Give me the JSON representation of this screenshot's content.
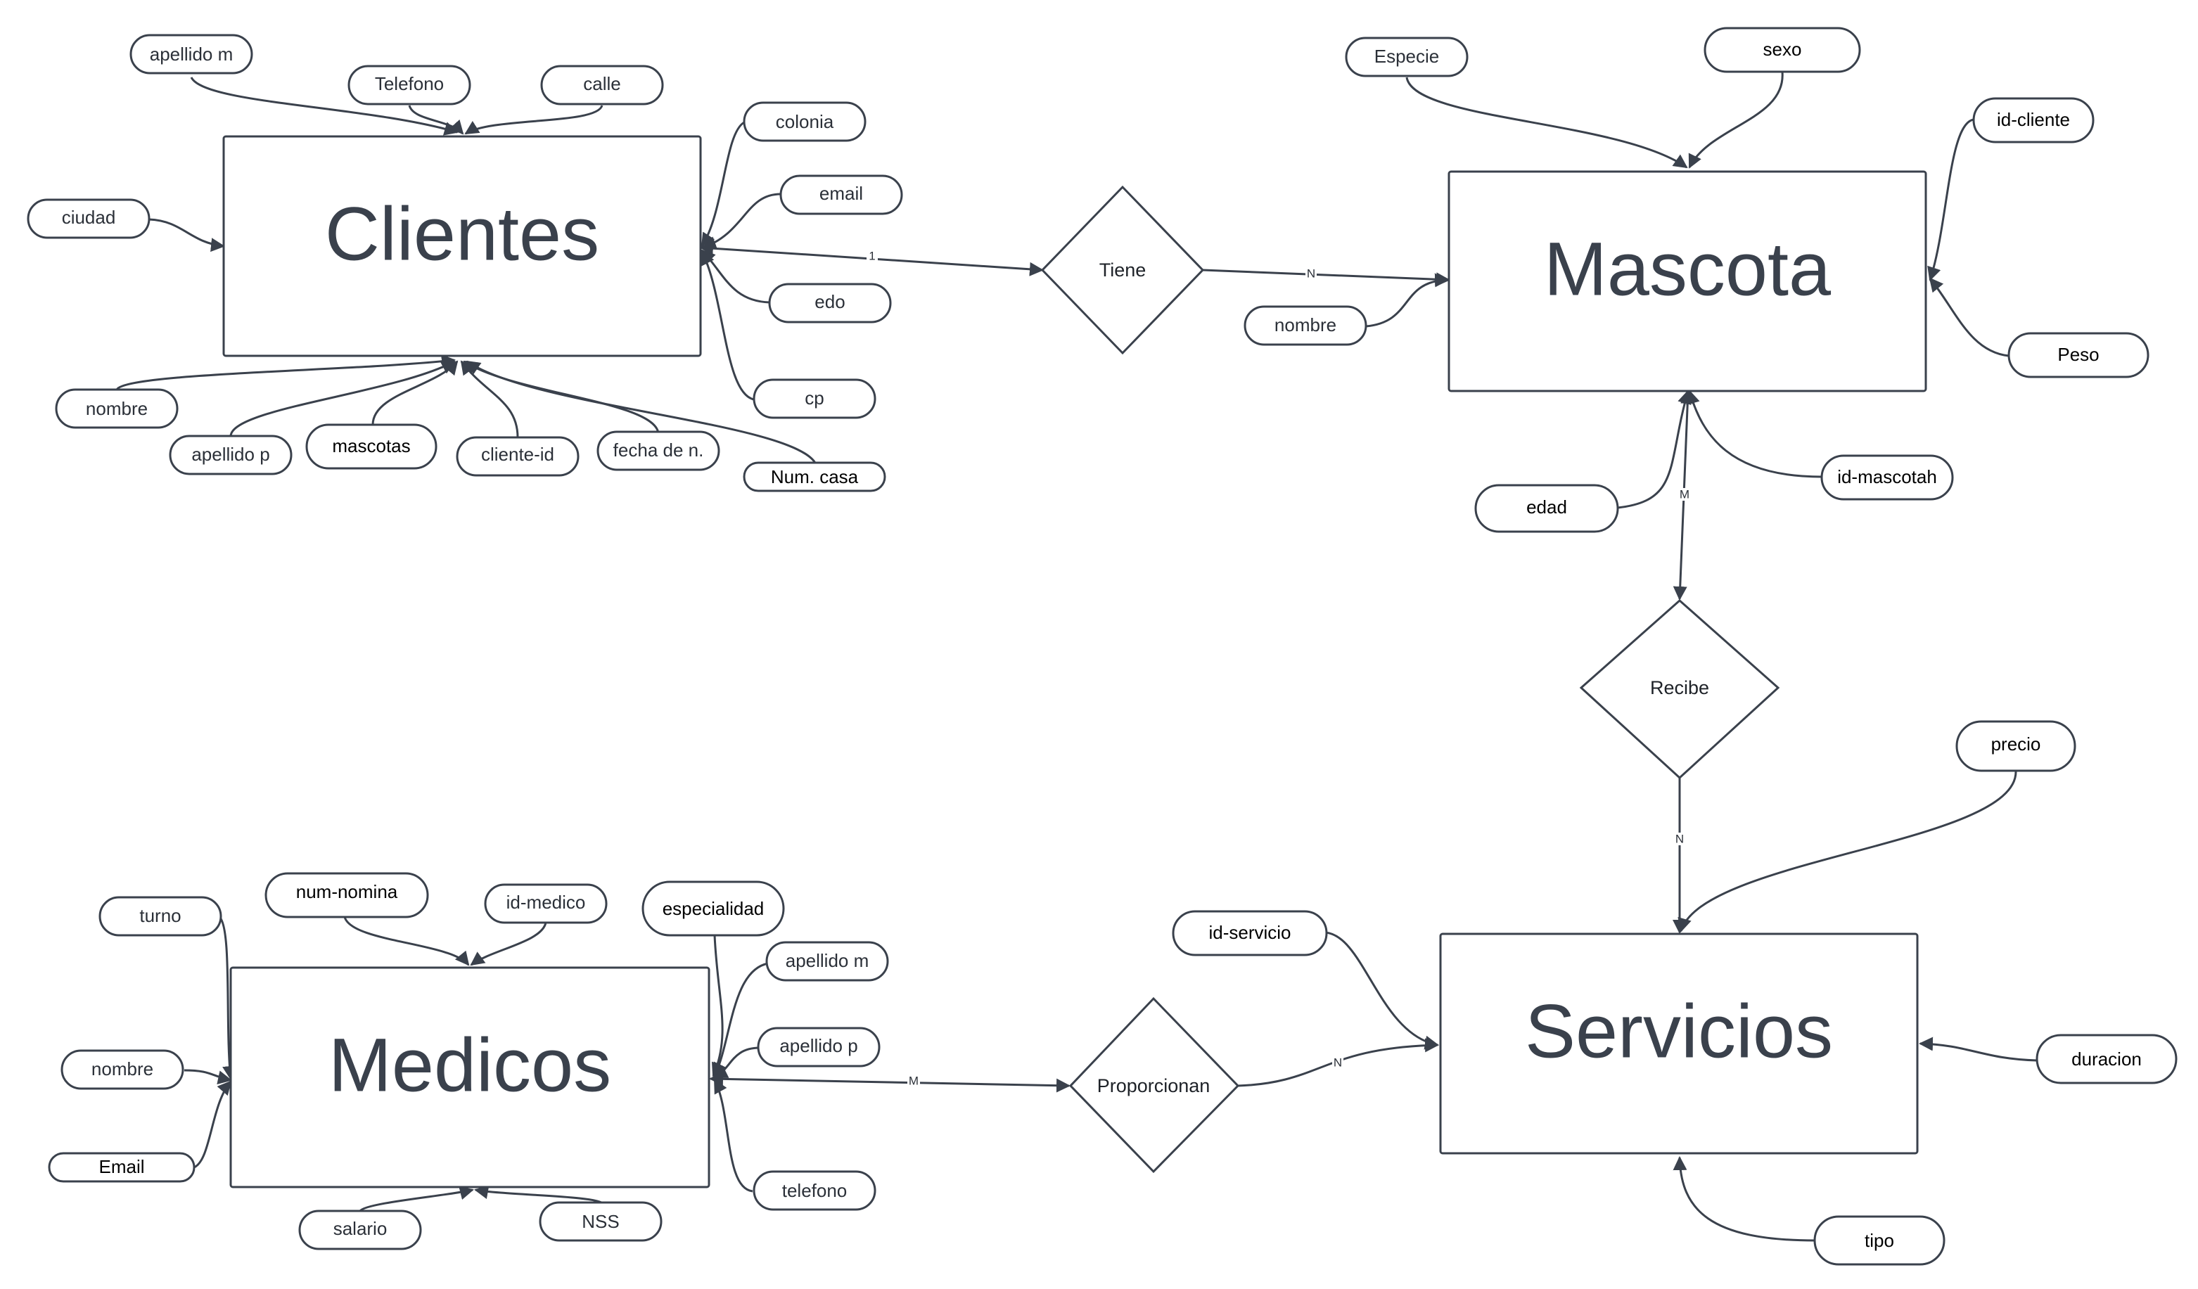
{
  "entities": [
    {
      "id": "clientes",
      "label": "Clientes"
    },
    {
      "id": "mascota",
      "label": "Mascota"
    },
    {
      "id": "medicos",
      "label": "Medicos"
    },
    {
      "id": "servicios",
      "label": "Servicios"
    }
  ],
  "relationships": [
    {
      "id": "tiene",
      "label": "Tiene"
    },
    {
      "id": "recibe",
      "label": "Recibe"
    },
    {
      "id": "proporcionan",
      "label": "Proporcionan"
    }
  ],
  "cardinalities": {
    "tiene_clientes": "1",
    "tiene_mascota": "N",
    "recibe_mascota": "M",
    "recibe_servicios": "N",
    "proporcionan_medicos": "M",
    "proporcionan_servicios": "N"
  },
  "attributes": {
    "clientes": [
      "apellido m",
      "Telefono",
      "calle",
      "colonia",
      "email",
      "ciudad",
      "edo",
      "cp",
      "nombre",
      "apellido p",
      "mascotas",
      "cliente-id",
      "fecha de n.",
      "Num. casa"
    ],
    "mascota": [
      "Especie",
      "sexo",
      "id-cliente",
      "nombre",
      "Peso",
      "edad",
      "id-mascotah"
    ],
    "medicos": [
      "turno",
      "num-nomina",
      "id-medico",
      "especialidad",
      "apellido m",
      "apellido p",
      "nombre",
      "Email",
      "telefono",
      "salario",
      "NSS"
    ],
    "servicios": [
      "precio",
      "id-servicio",
      "duracion",
      "tipo"
    ]
  },
  "colors": {
    "stroke": "#3a414c",
    "text": "#3a414c",
    "background": "#ffffff"
  }
}
